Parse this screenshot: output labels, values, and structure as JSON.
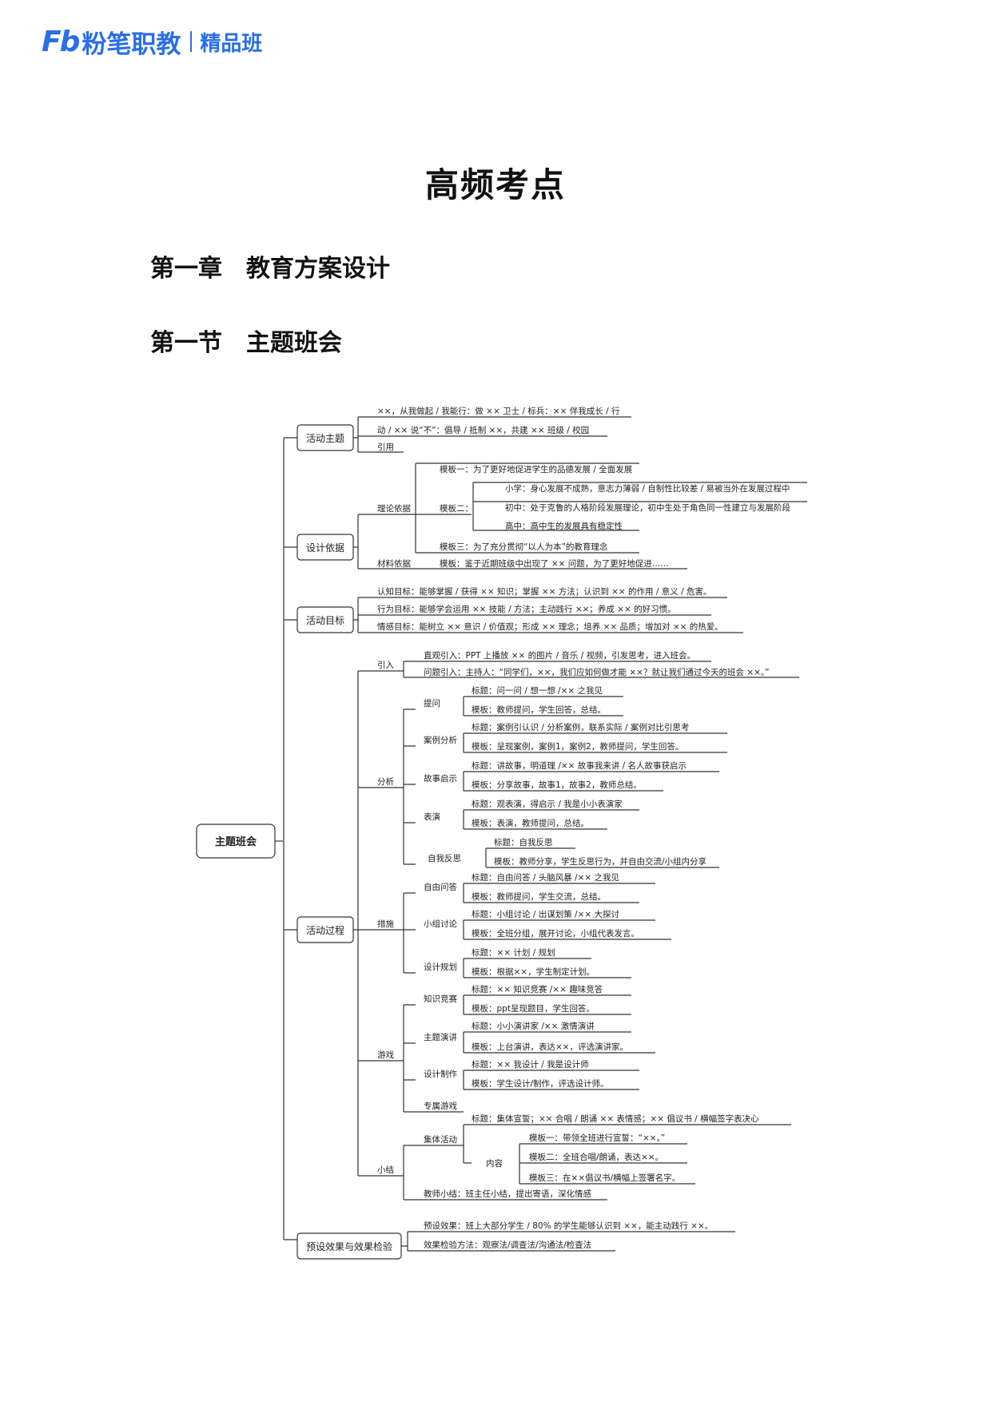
{
  "header": {
    "logo_mark": "Fb",
    "brand": "粉笔职教",
    "sub": "精品班"
  },
  "doc_title": "高频考点",
  "chapter": {
    "num": "第一章",
    "title": "教育方案设计"
  },
  "section": {
    "num": "第一节",
    "title": "主题班会"
  },
  "mindmap": {
    "root": "主题班会",
    "nodes": {
      "activity_theme": "活动主题",
      "design_basis": "设计依据",
      "activity_goal": "活动目标",
      "activity_process": "活动过程",
      "expected_effect": "预设效果与效果检验",
      "theory_basis": "理论依据",
      "material_basis": "材料依据",
      "intro": "引入",
      "analysis": "分析",
      "measures": "措施",
      "game": "游戏",
      "summary": "小结",
      "question": "提问",
      "case": "案例分析",
      "story": "故事启示",
      "perform": "表演",
      "reflect": "自我反思",
      "qa": "自由问答",
      "group": "小组讨论",
      "plan": "设计规划",
      "quiz": "知识竞赛",
      "speech": "主题演讲",
      "design": "设计制作",
      "special": "专属游戏",
      "collective": "集体活动",
      "content": "内容"
    },
    "texts": {
      "t1": "××，从我做起 / 我能行：做 ×× 卫士 / 标兵：×× 伴我成长 / 行",
      "t2": "动 / ×× 说“不”：倡导 / 抵制 ××，共建 ×× 班级 / 校园",
      "t3": "引用",
      "t4": "模板一：为了更好地促进学生的品德发展 / 全面发展",
      "t5": "模板二：",
      "t6": "小学：身心发展不成熟，意志力薄弱 / 自制性比较差 / 易被当外在发展过程中",
      "t7": "初中：处于克鲁的人格阶段发展理论，初中生处于角色同一性建立与发展阶段",
      "t8": "高中：高中生的发展具有稳定性",
      "t9": "模板三：为了充分贯彻“以人为本”的教育理念",
      "t10": "模板：鉴于近期班级中出现了 ×× 问题，为了更好地促进……",
      "t11": "认知目标：能够掌握 / 获得 ×× 知识；掌握 ×× 方法；认识到 ×× 的作用 / 意义 / 危害。",
      "t12": "行为目标：能够学会运用 ×× 技能 / 方法；主动践行 ××；养成 ×× 的好习惯。",
      "t13": "情感目标：能树立 ×× 意识 / 价值观；形成 ×× 理念；培养 ×× 品质；增加对 ×× 的热爱。",
      "t14": "直观引入：PPT 上播放 ×× 的图片 / 音乐 / 视频，引发思考，进入班会。",
      "t15": "问题引入：主持人：“同学们，××，我们应如何做才能 ××？就让我们通过今天的班会 ××。”",
      "t16": "标题：问一问 / 想一想 /×× 之我见",
      "t17": "模板：教师提问，学生回答，总结。",
      "t18": "标题：案例引认识 / 分析案例，联系实际 / 案例对比引思考",
      "t19": "模板：呈现案例，案例1，案例2，教师提问，学生回答。",
      "t20": "标题：讲故事，明道理 /×× 故事我来讲 / 名人故事获启示",
      "t21": "模板：分享故事，故事1，故事2，教师总结。",
      "t22": "标题：观表演，得启示 / 我是小小表演家",
      "t23": "模板：表演，教师提问，总结。",
      "t24": "标题：自我反思",
      "t25": "模板：教师分享，学生反思行为，并自由交流/小组内分享",
      "t26": "标题：自由问答 / 头脑风暴 /×× 之我见",
      "t27": "模板：教师提问，学生交流，总结。",
      "t28": "标题：小组讨论 / 出谋划策 /×× 大探讨",
      "t29": "模板：全班分组，展开讨论，小组代表发言。",
      "t30": "标题：×× 计划 / 规划",
      "t31": "模板：根据××，学生制定计划。",
      "t32": "标题：×× 知识竞赛 /×× 趣味竞答",
      "t33": "模板：ppt呈现题目，学生回答。",
      "t34": "标题：小小演讲家 /×× 激情演讲",
      "t35": "模板：上台演讲，表达××，评选演讲家。",
      "t36": "标题：×× 我设计 / 我是设计师",
      "t37": "模板：学生设计/制作，评选设计师。",
      "t38": "标题：集体宣誓；×× 合唱 / 朗诵 ×× 表情感；×× 倡议书 / 横幅签字表决心",
      "t39": "模板一：带领全班进行宣誓：“××。”",
      "t40": "模板二：全班合唱/朗诵，表达××。",
      "t41": "模板三：在××倡议书/横幅上签署名字。",
      "t42": "教师小结：班主任小结，提出寄语，深化情感",
      "t43": "预设效果：班上大部分学生 / 80% 的学生能够认识到 ××，能主动践行 ××。",
      "t44": "效果检验方法：观察法/调查法/沟通法/检查法"
    }
  }
}
